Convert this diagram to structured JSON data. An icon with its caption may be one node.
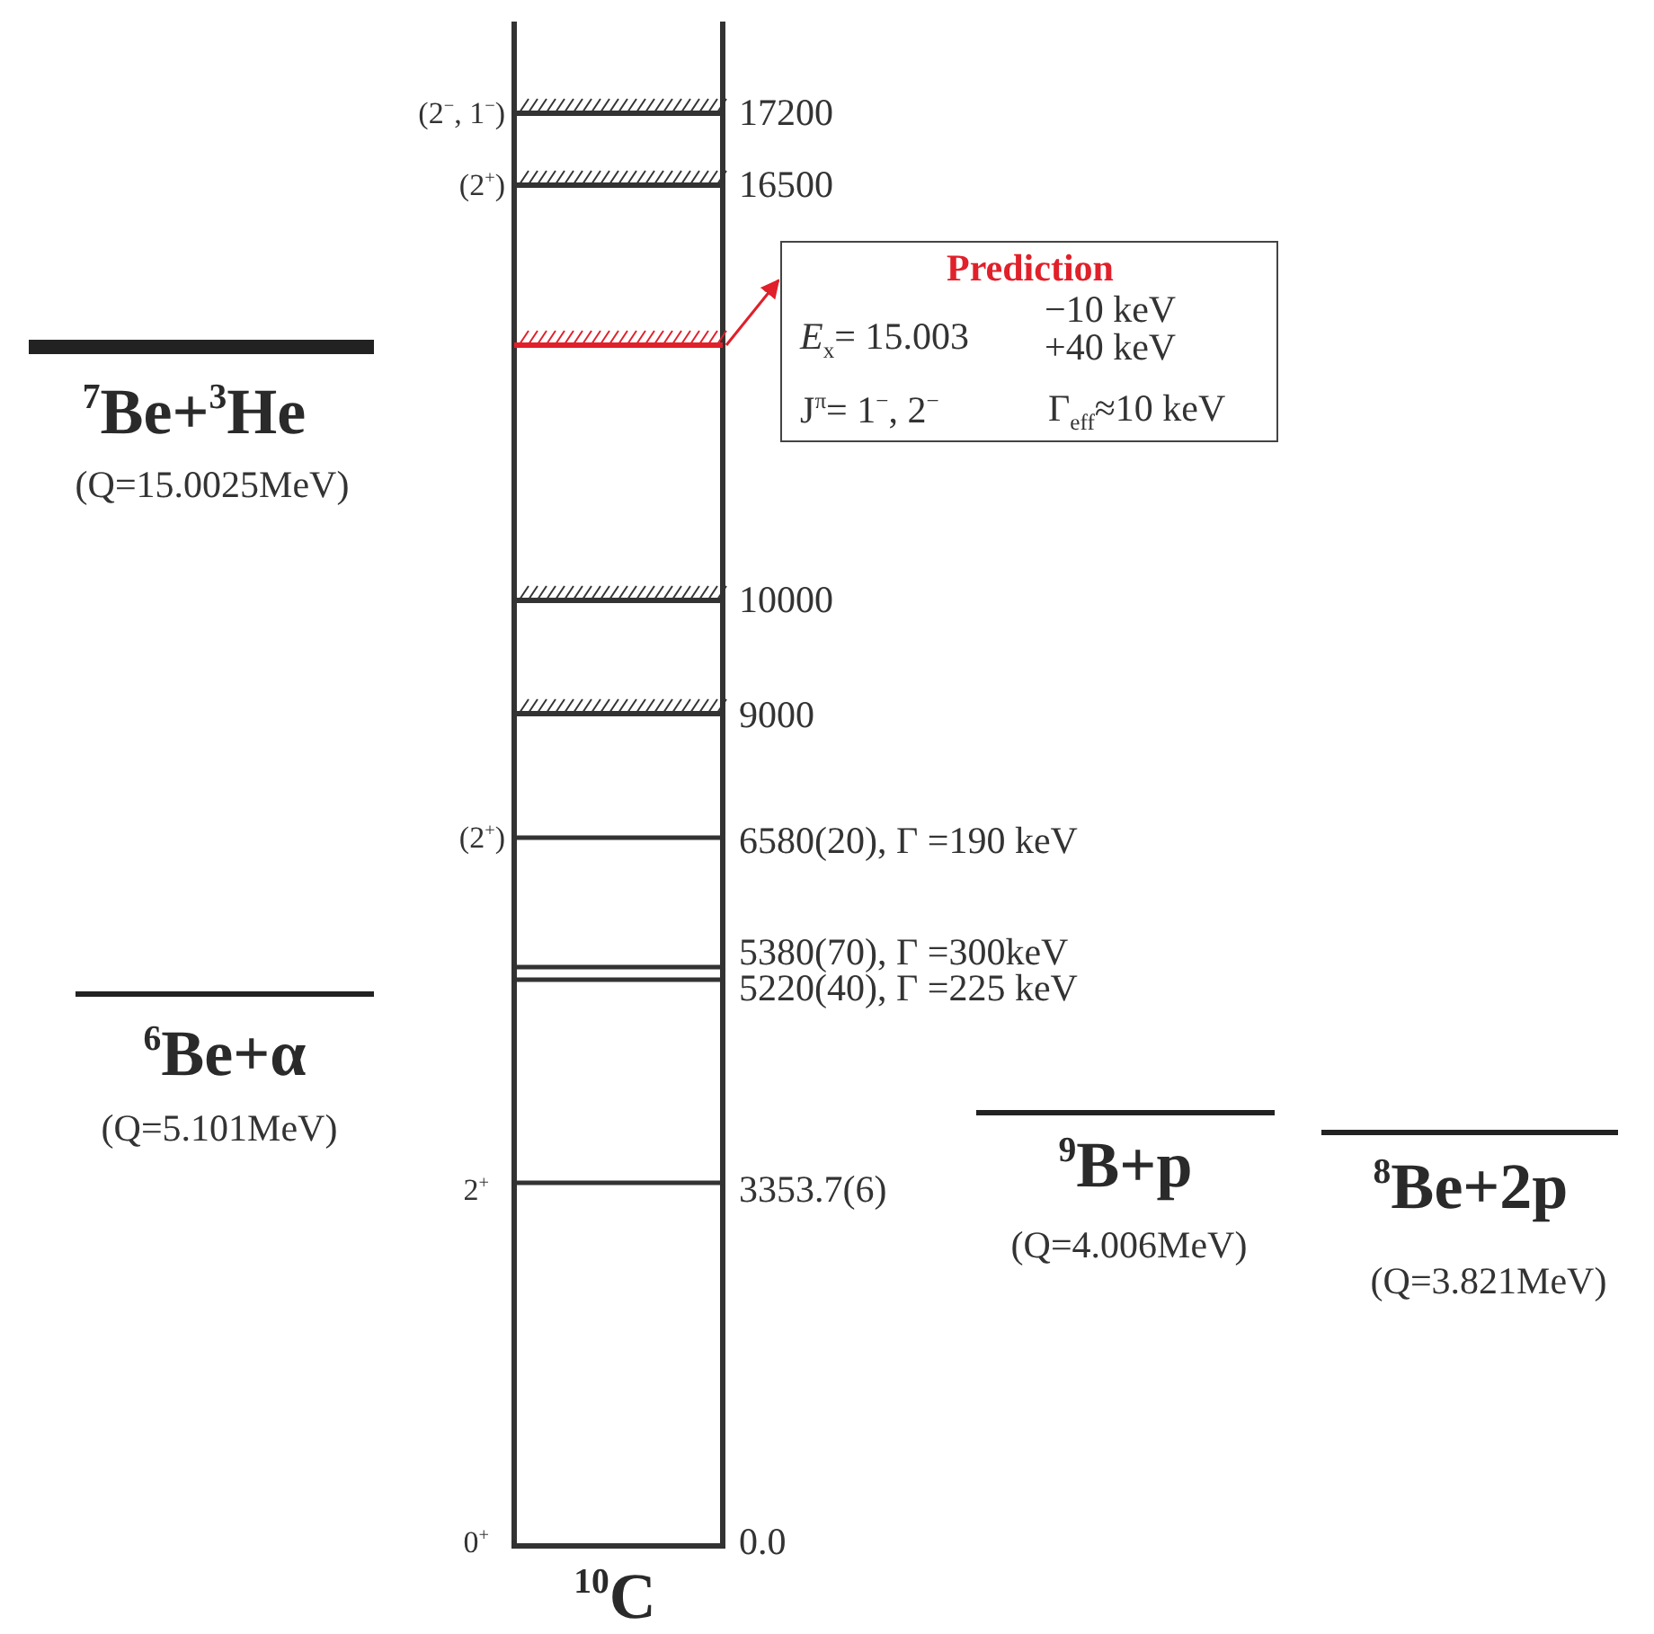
{
  "diagram": {
    "nodes": [
      {
        "text": [
          "Prediction",
          "*E*$_{x}$= 15.003",
          "−10 keV",
          "+40 keV",
          "J$^{π}$= 1$^{−}$, 2$^{−}$",
          "Γ$_{eff}$≈10 keV"
        ]
      },
      {
        "text": [],
        "shape": "bar"
      }
    ],
    "edges": [
      {
        "from": 1,
        "to": 0,
        "arrow": "to",
        "color": "#e0202a"
      }
    ],
    "labels": [
      "(2$^{−}$, 1$^{−}$)",
      "17200",
      "(2$^{+}$)",
      "16500",
      "$^{7}$Be+$^{3}$He",
      "(Q=15.0025MeV)",
      "10000",
      "9000",
      "(2$^{+}$)",
      "6580(20), Γ =190 keV",
      "5380(70), Γ =300keV",
      "5220(40), Γ =225 keV",
      "$^{6}$Be+α",
      "(Q=5.101MeV)",
      "2$^{+}$",
      "3353.7(6)",
      "$^{9}$B+p",
      "(Q=4.006MeV)",
      "$^{8}$Be+2p",
      "(Q=3.821MeV)",
      "0$^{+}$",
      "0.0",
      "$^{10}$C"
    ]
  }
}
